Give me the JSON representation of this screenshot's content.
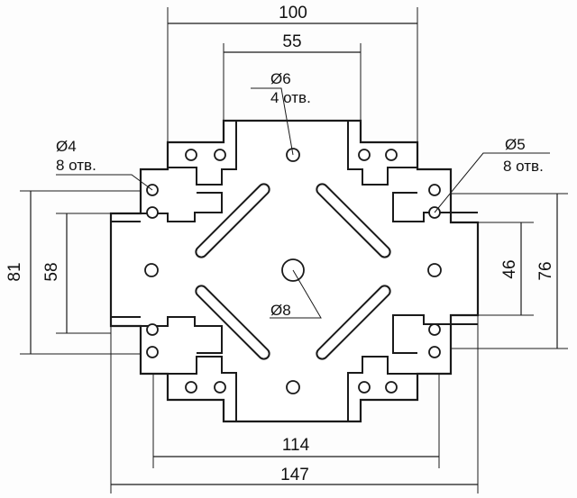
{
  "dimensions": {
    "top_outer_width": "100",
    "top_inner_width": "55",
    "bottom_inner_width": "114",
    "bottom_outer_width": "147",
    "left_outer_height": "81",
    "left_inner_height": "58",
    "right_inner_height": "46",
    "right_outer_height": "76"
  },
  "callouts": {
    "top_holes": {
      "diameter": "Ø6",
      "count": "4 отв."
    },
    "left_holes": {
      "diameter": "Ø4",
      "count": "8 отв."
    },
    "right_holes": {
      "diameter": "Ø5",
      "count": "8 отв."
    },
    "center_hole": {
      "diameter": "Ø8"
    }
  },
  "colors": {
    "line": "#1a1a1a",
    "background": "#fdfdfd"
  }
}
